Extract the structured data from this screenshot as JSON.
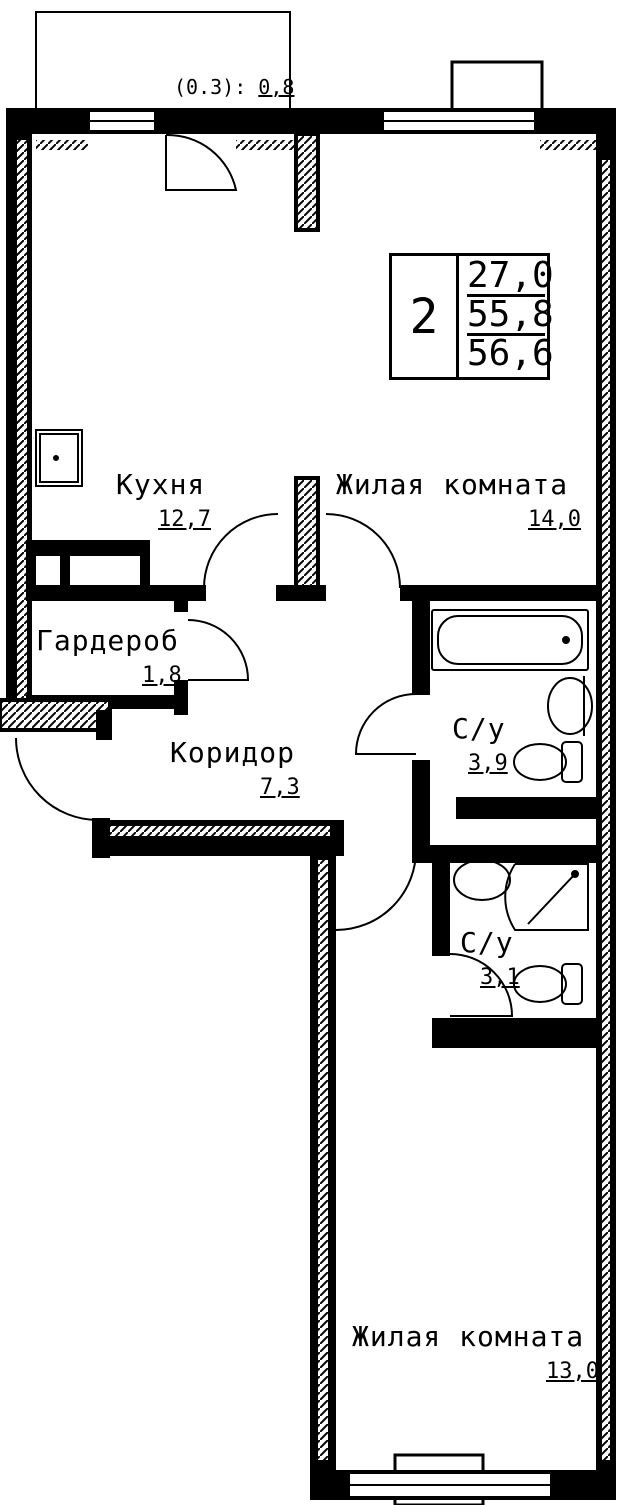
{
  "balcony": {
    "label": "(0.3):",
    "area": "0,8"
  },
  "summary": {
    "rooms": "2",
    "living_area": "27,0",
    "total_area": "55,8",
    "total_with_balcony": "56,6"
  },
  "rooms": {
    "kitchen": {
      "name": "Кухня",
      "area": "12,7"
    },
    "living1": {
      "name": "Жилая комната",
      "area": "14,0"
    },
    "wardrobe": {
      "name": "Гардероб",
      "area": "1,8"
    },
    "corridor": {
      "name": "Коридор",
      "area": "7,3"
    },
    "bath1": {
      "name": "С/у",
      "area": "3,9"
    },
    "bath2": {
      "name": "С/у",
      "area": "3,1"
    },
    "living2": {
      "name": "Жилая комната",
      "area": "13,0"
    }
  },
  "colors": {
    "wall": "#000000",
    "background": "#ffffff"
  }
}
